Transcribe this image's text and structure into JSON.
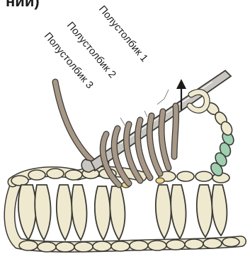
{
  "header": {
    "title_fragment": "ний)"
  },
  "callouts": [
    {
      "id": "hdc1",
      "label": "Полустолбик 1"
    },
    {
      "id": "hdc2",
      "label": "Полустолбик 2"
    },
    {
      "id": "hdc3",
      "label": "Полустолбик 3"
    }
  ],
  "colors": {
    "yarn_cream": "#efe9cf",
    "yarn_outline": "#3a3a35",
    "yarn_mint": "#9fcfb0",
    "yarn_brown": "#a79786",
    "hook_gray": "#c9c6c2",
    "highlight_yellow": "#f0d58a",
    "arrow_black": "#1a1a1a"
  }
}
